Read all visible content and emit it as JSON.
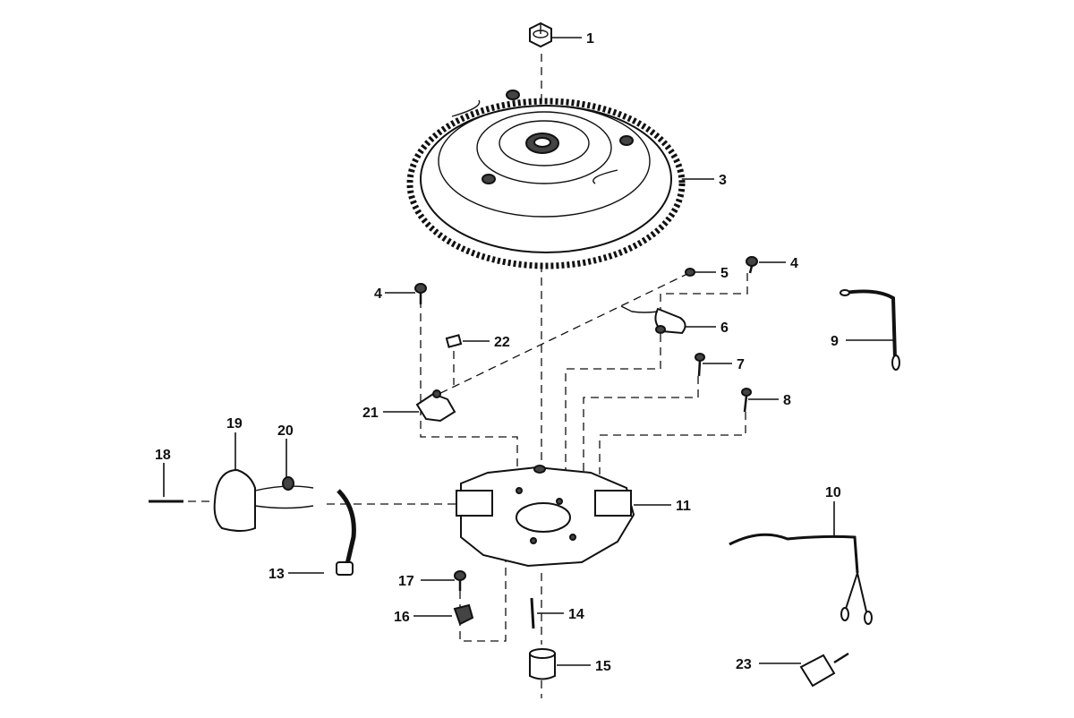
{
  "parts": [
    {
      "id": "1",
      "label": "1"
    },
    {
      "id": "3",
      "label": "3"
    },
    {
      "id": "4a",
      "label": "4"
    },
    {
      "id": "4b",
      "label": "4"
    },
    {
      "id": "5",
      "label": "5"
    },
    {
      "id": "6",
      "label": "6"
    },
    {
      "id": "7",
      "label": "7"
    },
    {
      "id": "8",
      "label": "8"
    },
    {
      "id": "9",
      "label": "9"
    },
    {
      "id": "10",
      "label": "10"
    },
    {
      "id": "11",
      "label": "11"
    },
    {
      "id": "13",
      "label": "13"
    },
    {
      "id": "14",
      "label": "14"
    },
    {
      "id": "15",
      "label": "15"
    },
    {
      "id": "16",
      "label": "16"
    },
    {
      "id": "17",
      "label": "17"
    },
    {
      "id": "18",
      "label": "18"
    },
    {
      "id": "19",
      "label": "19"
    },
    {
      "id": "20",
      "label": "20"
    },
    {
      "id": "21",
      "label": "21"
    },
    {
      "id": "22",
      "label": "22"
    },
    {
      "id": "23",
      "label": "23"
    }
  ]
}
